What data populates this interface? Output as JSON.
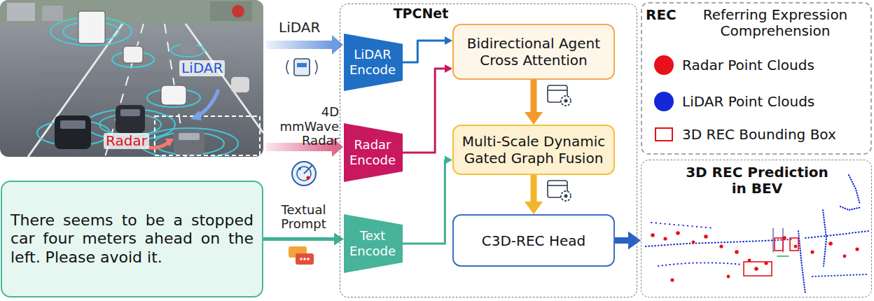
{
  "diagram": {
    "nodes": [
      {
        "text": [
          "TPCNet"
        ]
      },
      {
        "text": [
          "LiDAR Encode"
        ],
        "in": 0
      },
      {
        "text": [
          "Radar Encode"
        ],
        "in": 0
      },
      {
        "text": [
          "Text Encode"
        ],
        "in": 0
      },
      {
        "text": [
          "Bidirectional Agent Cross Attention"
        ],
        "in": 0
      },
      {
        "text": [
          "Multi-Scale Dynamic Gated Graph Fusion"
        ],
        "in": 0
      },
      {
        "text": [
          "C3D-REC Head"
        ],
        "in": 0
      },
      {
        "text": [
          "There seems to be a stopped car four meters ahead on the left. Please avoid it."
        ]
      },
      {
        "text": [
          "3D REC Prediction in BEV"
        ]
      }
    ],
    "edges": [
      {
        "from": 1,
        "to": 4,
        "arrow": "to"
      },
      {
        "from": 2,
        "to": 4,
        "arrow": "to"
      },
      {
        "from": 3,
        "to": 5,
        "arrow": "to"
      },
      {
        "from": 4,
        "to": 5,
        "arrow": "to"
      },
      {
        "from": 5,
        "to": 6,
        "arrow": "to"
      },
      {
        "from": 6,
        "to": 8,
        "arrow": "to"
      },
      {
        "from": 7,
        "to": 3,
        "label": "Textual Prompt",
        "arrow": "to"
      }
    ],
    "labels": [
      "LiDAR",
      "Radar",
      "LiDAR",
      "4D mmWave Radar",
      "REC",
      "Referring Expression Comprehension"
    ],
    "legend": [
      {
        "text": "Radar Point Clouds",
        "color": "#e8101a"
      },
      {
        "text": "LiDAR Point Clouds",
        "color": "#1428d8"
      },
      {
        "text": "3D REC Bounding Box"
      }
    ]
  }
}
